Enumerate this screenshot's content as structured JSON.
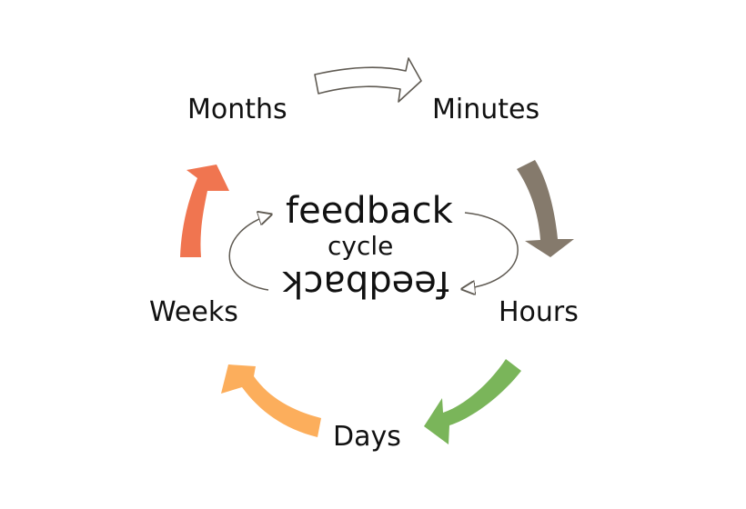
{
  "diagram": {
    "stages": {
      "months": "Months",
      "minutes": "Minutes",
      "hours": "Hours",
      "days": "Days",
      "weeks": "Weeks"
    },
    "center": {
      "top": "feedback",
      "middle": "cycle",
      "bottom": "feedback"
    },
    "arrow_colors": {
      "months_to_minutes": "#ffffff",
      "minutes_to_hours": "#857a6c",
      "hours_to_days": "#7ab55a",
      "days_to_weeks": "#fcae5c",
      "weeks_to_months": "#f07550",
      "outline": "#5f5a52"
    }
  }
}
